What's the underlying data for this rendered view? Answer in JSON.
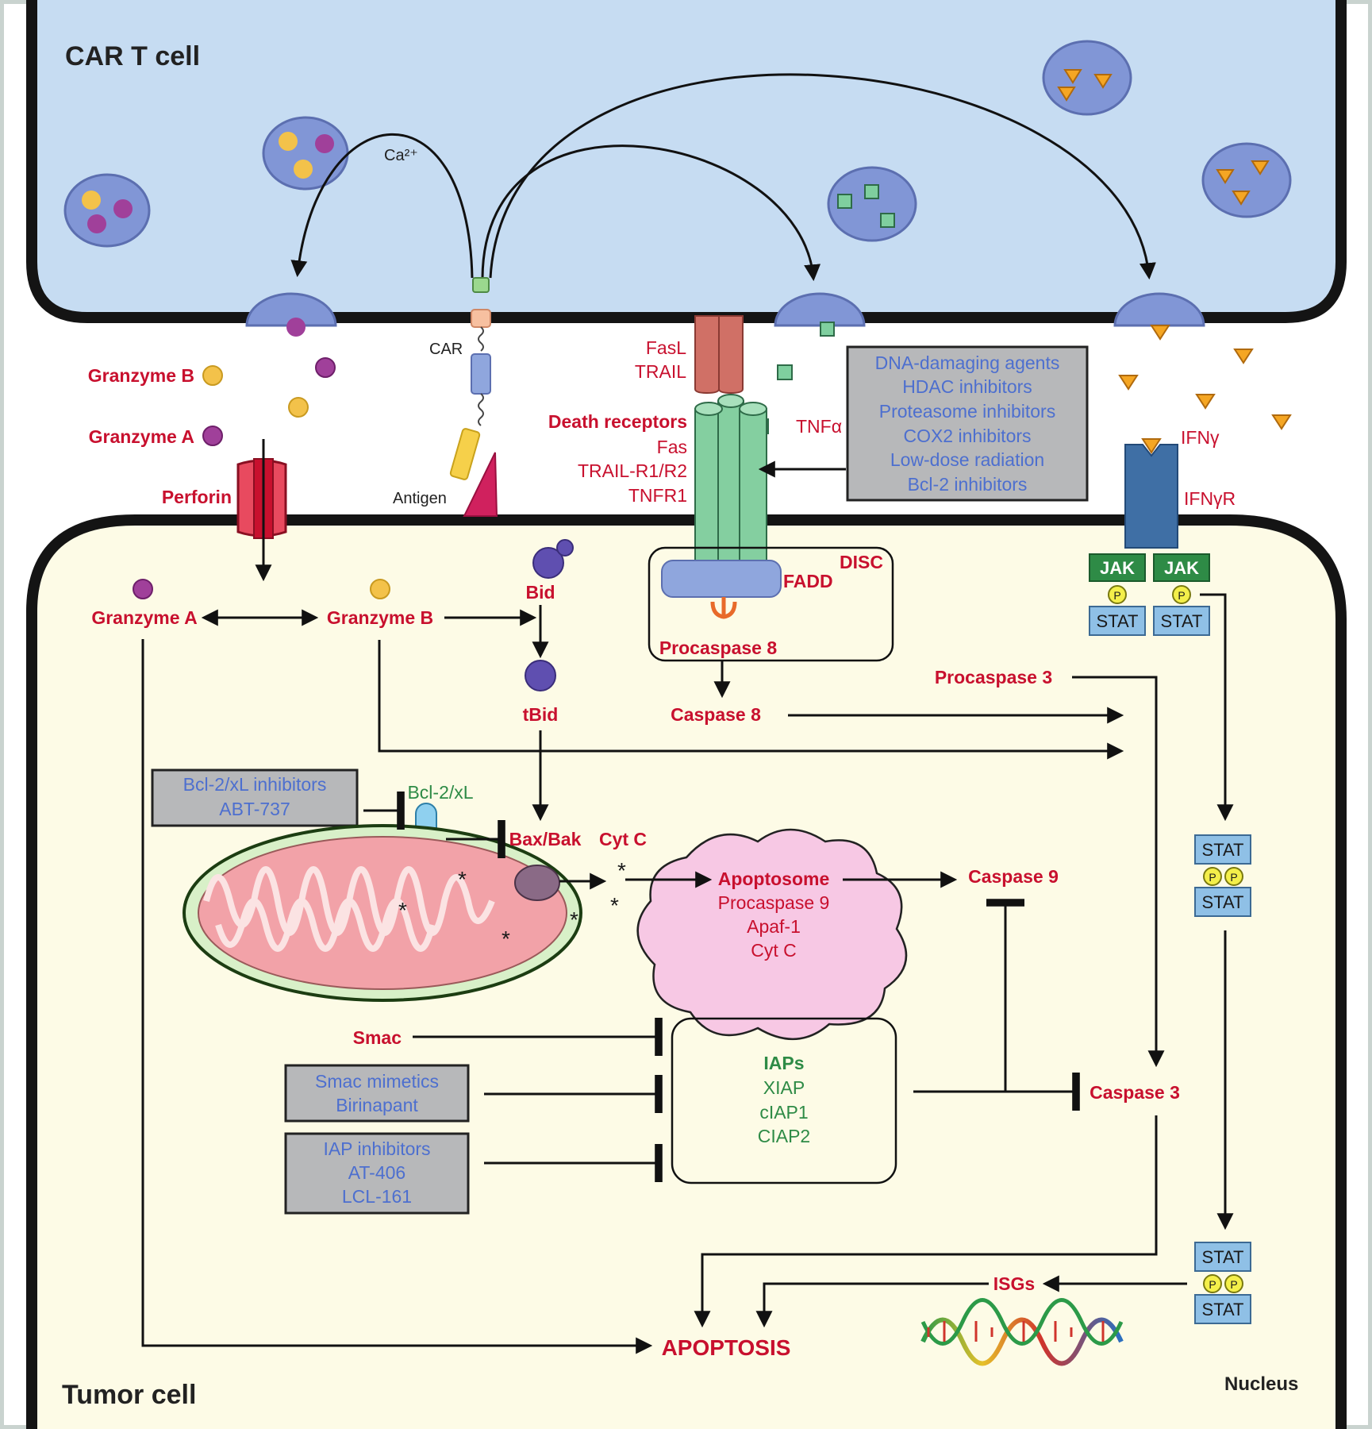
{
  "cells": {
    "car_t_cell": "CAR T cell",
    "tumor_cell": "Tumor cell",
    "nucleus": "Nucleus"
  },
  "car": {
    "calcium": "Ca²⁺",
    "car_label": "CAR",
    "antigen": "Antigen"
  },
  "granules": {
    "granzyme_b": "Granzyme B",
    "granzyme_a": "Granzyme A",
    "perforin": "Perforin"
  },
  "ligands": {
    "fasl": "FasL",
    "trail": "TRAIL",
    "tnfa": "TNFα",
    "ifng": "IFNγ",
    "ifngr": "IFNγR"
  },
  "death_receptors": {
    "title": "Death receptors",
    "items": [
      "Fas",
      "TRAIL-R1/R2",
      "TNFR1"
    ]
  },
  "sensitizers_box": {
    "items": [
      "DNA-damaging agents",
      "HDAC inhibitors",
      "Proteasome inhibitors",
      "COX2 inhibitors",
      "Low-dose radiation",
      "Bcl-2 inhibitors"
    ]
  },
  "disc": {
    "label": "DISC",
    "fadd": "FADD",
    "procaspase8": "Procaspase 8",
    "caspase8": "Caspase 8"
  },
  "jak_stat": {
    "jak": "JAK",
    "stat": "STAT",
    "p": "P"
  },
  "intracellular": {
    "granzyme_a": "Granzyme A",
    "granzyme_b": "Granzyme B",
    "bid": "Bid",
    "tbid": "tBid",
    "procaspase3": "Procaspase 3",
    "bcl2xl": "Bcl-2/xL",
    "bax_bak": "Bax/Bak",
    "cyt_c": "Cyt C",
    "caspase9": "Caspase 9",
    "smac": "Smac",
    "caspase3": "Caspase 3",
    "isgs": "ISGs",
    "apoptosis": "APOPTOSIS"
  },
  "bcl2_box": {
    "title": "Bcl-2/xL inhibitors",
    "item": "ABT-737"
  },
  "apoptosome": {
    "title": "Apoptosome",
    "items": [
      "Procaspase 9",
      "Apaf-1",
      "Cyt C"
    ]
  },
  "smac_box": {
    "title": "Smac mimetics",
    "item": "Birinapant"
  },
  "iap_inhib_box": {
    "title": "IAP inhibitors",
    "items": [
      "AT-406",
      "LCL-161"
    ]
  },
  "iaps": {
    "title": "IAPs",
    "items": [
      "XIAP",
      "cIAP1",
      "CIAP2"
    ]
  },
  "colors": {
    "car_t_fill": "#c6dcf2",
    "tumor_fill": "#fdfbe6",
    "label_red": "#c8102e",
    "label_blue": "#4d6fcf",
    "label_green": "#2e8b46",
    "box_gray": "#b7b8ba"
  }
}
